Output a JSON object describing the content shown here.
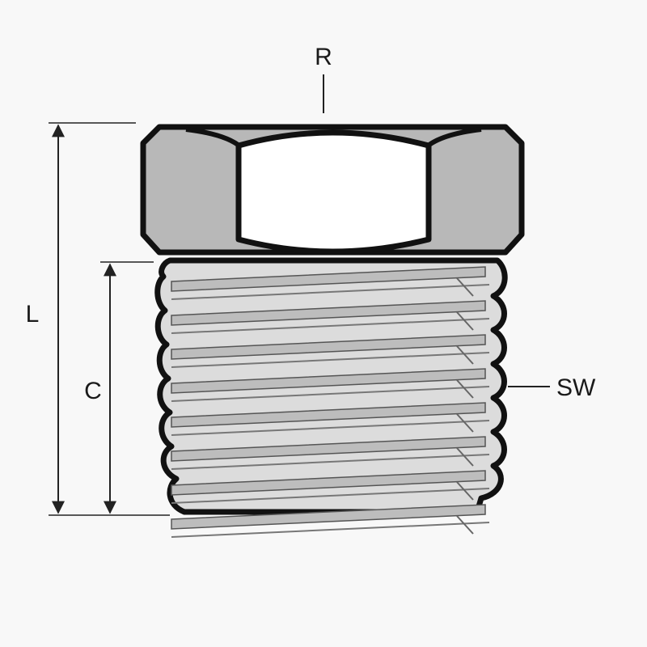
{
  "labels": {
    "r": "R",
    "l": "L",
    "c": "C",
    "sw": "SW"
  },
  "colors": {
    "background": "#f8f8f8",
    "outline": "#111111",
    "hex_side_face": "#b8b8b8",
    "hex_center_face": "#ffffff",
    "thread_fill": "#dcdcdc",
    "thread_band": "#bdbdbd",
    "dimension_line": "#222222"
  },
  "diagram": {
    "thread_turns": 8
  }
}
